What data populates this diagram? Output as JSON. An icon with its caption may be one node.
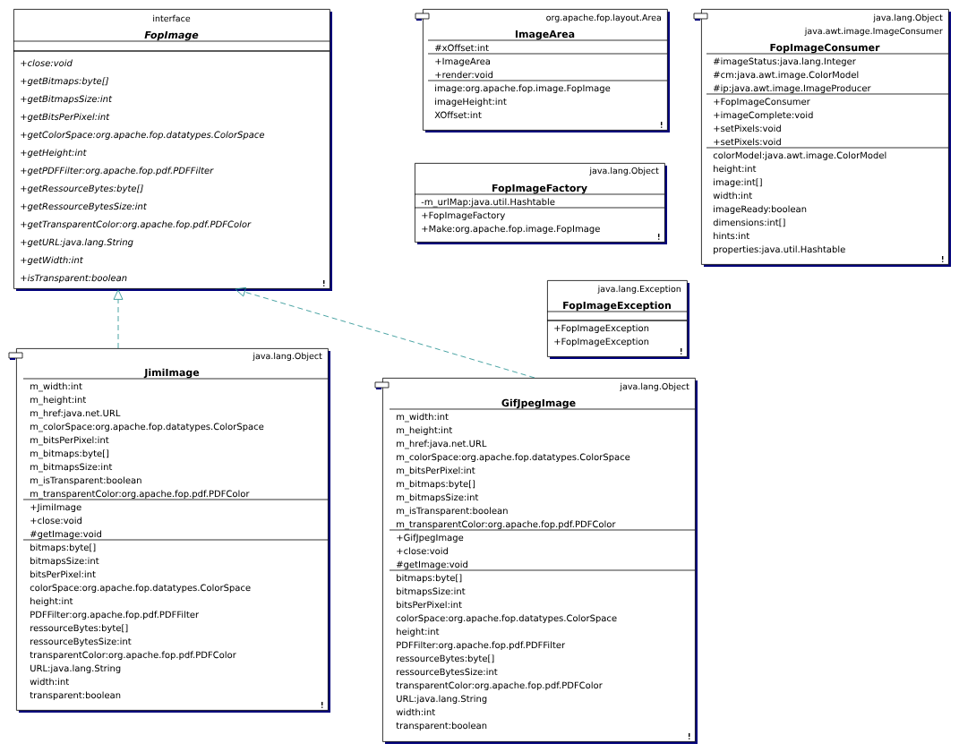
{
  "diagram": {
    "nodes": [
      {
        "text": [
          "interface",
          "FopImage"
        ]
      },
      {
        "text": [],
        "shape": "box",
        "in": 0
      },
      {
        "text": [
          "+close:void",
          "+getBitmaps:byte[]",
          "+getBitmapsSize:int",
          "+getBitsPerPixel:int",
          "+getColorSpace:org.apache.fop.datatypes.ColorSpace",
          "+getHeight:int",
          "+getPDFFilter:org.apache.fop.pdf.PDFFilter",
          "+getRessourceBytes:byte[]",
          "+getRessourceBytesSize:int",
          "+getTransparentColor:org.apache.fop.pdf.PDFColor",
          "+getURL:java.lang.String",
          "+getWidth:int",
          "+isTransparent:boolean"
        ],
        "in": 0
      },
      {
        "text": [
          "org.apache.fop.layout.Area",
          "ImageArea"
        ]
      },
      {
        "text": [
          "#xOffset:int"
        ],
        "in": 3
      },
      {
        "text": [
          "+ImageArea",
          "+render:void"
        ],
        "in": 3
      },
      {
        "text": [
          "image:org.apache.fop.image.FopImage",
          "imageHeight:int",
          "XOffset:int"
        ],
        "in": 3
      },
      {
        "text": [
          "java.lang.Object",
          "java.awt.image.ImageConsumer",
          "FopImageConsumer"
        ]
      },
      {
        "text": [
          "#imageStatus:java.lang.Integer",
          "#cm:java.awt.image.ColorModel",
          "#ip:java.awt.image.ImageProducer"
        ],
        "in": 7
      },
      {
        "text": [
          "+FopImageConsumer",
          "+imageComplete:void",
          "+setPixels:void",
          "+setPixels:void"
        ],
        "in": 7
      },
      {
        "text": [
          "colorModel:java.awt.image.ColorModel",
          "height:int",
          "image:int[]",
          "width:int",
          "imageReady:boolean",
          "dimensions:int[]",
          "hints:int",
          "properties:java.util.Hashtable"
        ],
        "in": 7
      },
      {
        "text": [
          "java.lang.Object",
          "FopImageFactory"
        ]
      },
      {
        "text": [
          "-m_urlMap:java.util.Hashtable"
        ],
        "in": 11
      },
      {
        "text": [
          "+FopImageFactory",
          "+Make:org.apache.fop.image.FopImage"
        ],
        "in": 11
      },
      {
        "text": [
          "java.lang.Exception",
          "FopImageException"
        ]
      },
      {
        "text": [],
        "shape": "box",
        "in": 14
      },
      {
        "text": [
          "+FopImageException",
          "+FopImageException"
        ],
        "in": 14
      },
      {
        "text": [
          "java.lang.Object",
          "JimiImage"
        ]
      },
      {
        "text": [
          "m_width:int",
          "m_height:int",
          "m_href:java.net.URL",
          "m_colorSpace:org.apache.fop.datatypes.ColorSpace",
          "m_bitsPerPixel:int",
          "m_bitmaps:byte[]",
          "m_bitmapsSize:int",
          "m_isTransparent:boolean",
          "m_transparentColor:org.apache.fop.pdf.PDFColor"
        ],
        "in": 17
      },
      {
        "text": [
          "+JimiImage",
          "+close:void",
          "#getImage:void"
        ],
        "in": 17
      },
      {
        "text": [
          "bitmaps:byte[]",
          "bitmapsSize:int",
          "bitsPerPixel:int",
          "colorSpace:org.apache.fop.datatypes.ColorSpace",
          "height:int",
          "PDFFilter:org.apache.fop.pdf.PDFFilter",
          "ressourceBytes:byte[]",
          "ressourceBytesSize:int",
          "transparentColor:org.apache.fop.pdf.PDFColor",
          "URL:java.lang.String",
          "width:int",
          "transparent:boolean"
        ],
        "in": 17
      },
      {
        "text": [
          "java.lang.Object",
          "GifJpegImage"
        ]
      },
      {
        "text": [
          "m_width:int",
          "m_height:int",
          "m_href:java.net.URL",
          "m_colorSpace:org.apache.fop.datatypes.ColorSpace",
          "m_bitsPerPixel:int",
          "m_bitmaps:byte[]",
          "m_bitmapsSize:int",
          "m_isTransparent:boolean",
          "m_transparentColor:org.apache.fop.pdf.PDFColor"
        ],
        "in": 21
      },
      {
        "text": [
          "+GifJpegImage",
          "+close:void",
          "#getImage:void"
        ],
        "in": 21
      },
      {
        "text": [
          "bitmaps:byte[]",
          "bitmapsSize:int",
          "bitsPerPixel:int",
          "colorSpace:org.apache.fop.datatypes.ColorSpace",
          "height:int",
          "PDFFilter:org.apache.fop.pdf.PDFFilter",
          "ressourceBytes:byte[]",
          "ressourceBytesSize:int",
          "transparentColor:org.apache.fop.pdf.PDFColor",
          "URL:java.lang.String",
          "width:int",
          "transparent:boolean"
        ],
        "in": 21
      }
    ],
    "edges": [
      {
        "from": 17,
        "to": 0,
        "arrow": "to",
        "style": "dashed"
      },
      {
        "from": 21,
        "to": 0,
        "arrow": "to",
        "style": "dashed"
      }
    ]
  }
}
